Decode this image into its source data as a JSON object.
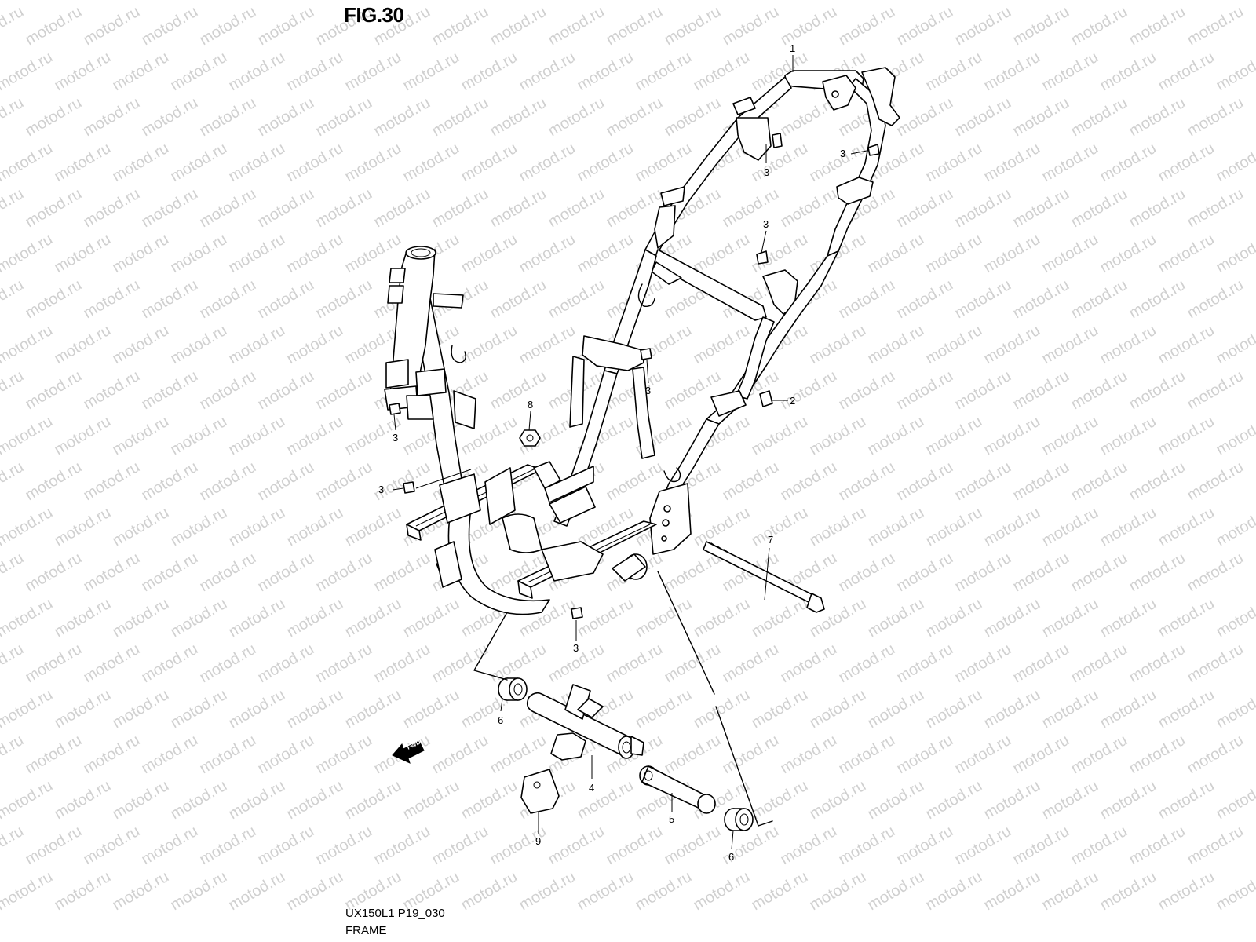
{
  "figure": {
    "title": "FIG.30",
    "model_code": "UX150L1 P19_030",
    "name": "FRAME"
  },
  "watermark": "motod.ru",
  "direction_marker": "FWD",
  "callouts": [
    {
      "id": "c1",
      "label": "1"
    },
    {
      "id": "c2",
      "label": "2"
    },
    {
      "id": "c3a",
      "label": "3"
    },
    {
      "id": "c3b",
      "label": "3"
    },
    {
      "id": "c3c",
      "label": "3"
    },
    {
      "id": "c3d",
      "label": "3"
    },
    {
      "id": "c3e",
      "label": "3"
    },
    {
      "id": "c3f",
      "label": "3"
    },
    {
      "id": "c3g",
      "label": "3"
    },
    {
      "id": "c4",
      "label": "4"
    },
    {
      "id": "c5",
      "label": "5"
    },
    {
      "id": "c6a",
      "label": "6"
    },
    {
      "id": "c6b",
      "label": "6"
    },
    {
      "id": "c7",
      "label": "7"
    },
    {
      "id": "c8",
      "label": "8"
    },
    {
      "id": "c9",
      "label": "9"
    }
  ]
}
